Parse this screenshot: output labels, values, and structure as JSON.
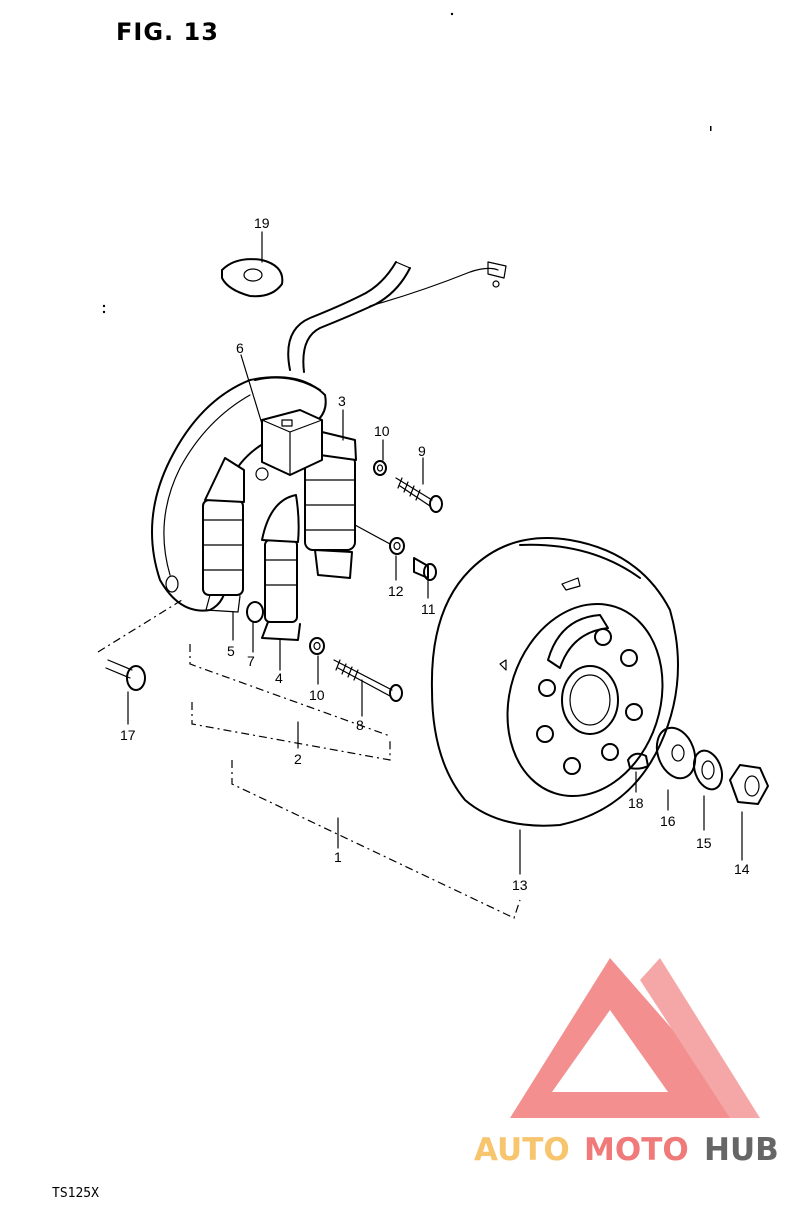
{
  "figure": {
    "title": "FIG. 13",
    "model": "TS125X"
  },
  "callouts": {
    "c1": "1",
    "c2": "2",
    "c3": "3",
    "c4": "4",
    "c5": "5",
    "c6": "6",
    "c7": "7",
    "c8": "8",
    "c9": "9",
    "c10a": "10",
    "c10b": "10",
    "c11": "11",
    "c12": "12",
    "c13": "13",
    "c14": "14",
    "c15": "15",
    "c16": "16",
    "c17": "17",
    "c18": "18",
    "c19": "19"
  },
  "watermark": {
    "part1": "AUTO",
    "part2": "MOTO",
    "part3": "HUB",
    "color_orange": "#f7c56e",
    "color_red": "#f06a6a",
    "color_gray": "#666666"
  }
}
